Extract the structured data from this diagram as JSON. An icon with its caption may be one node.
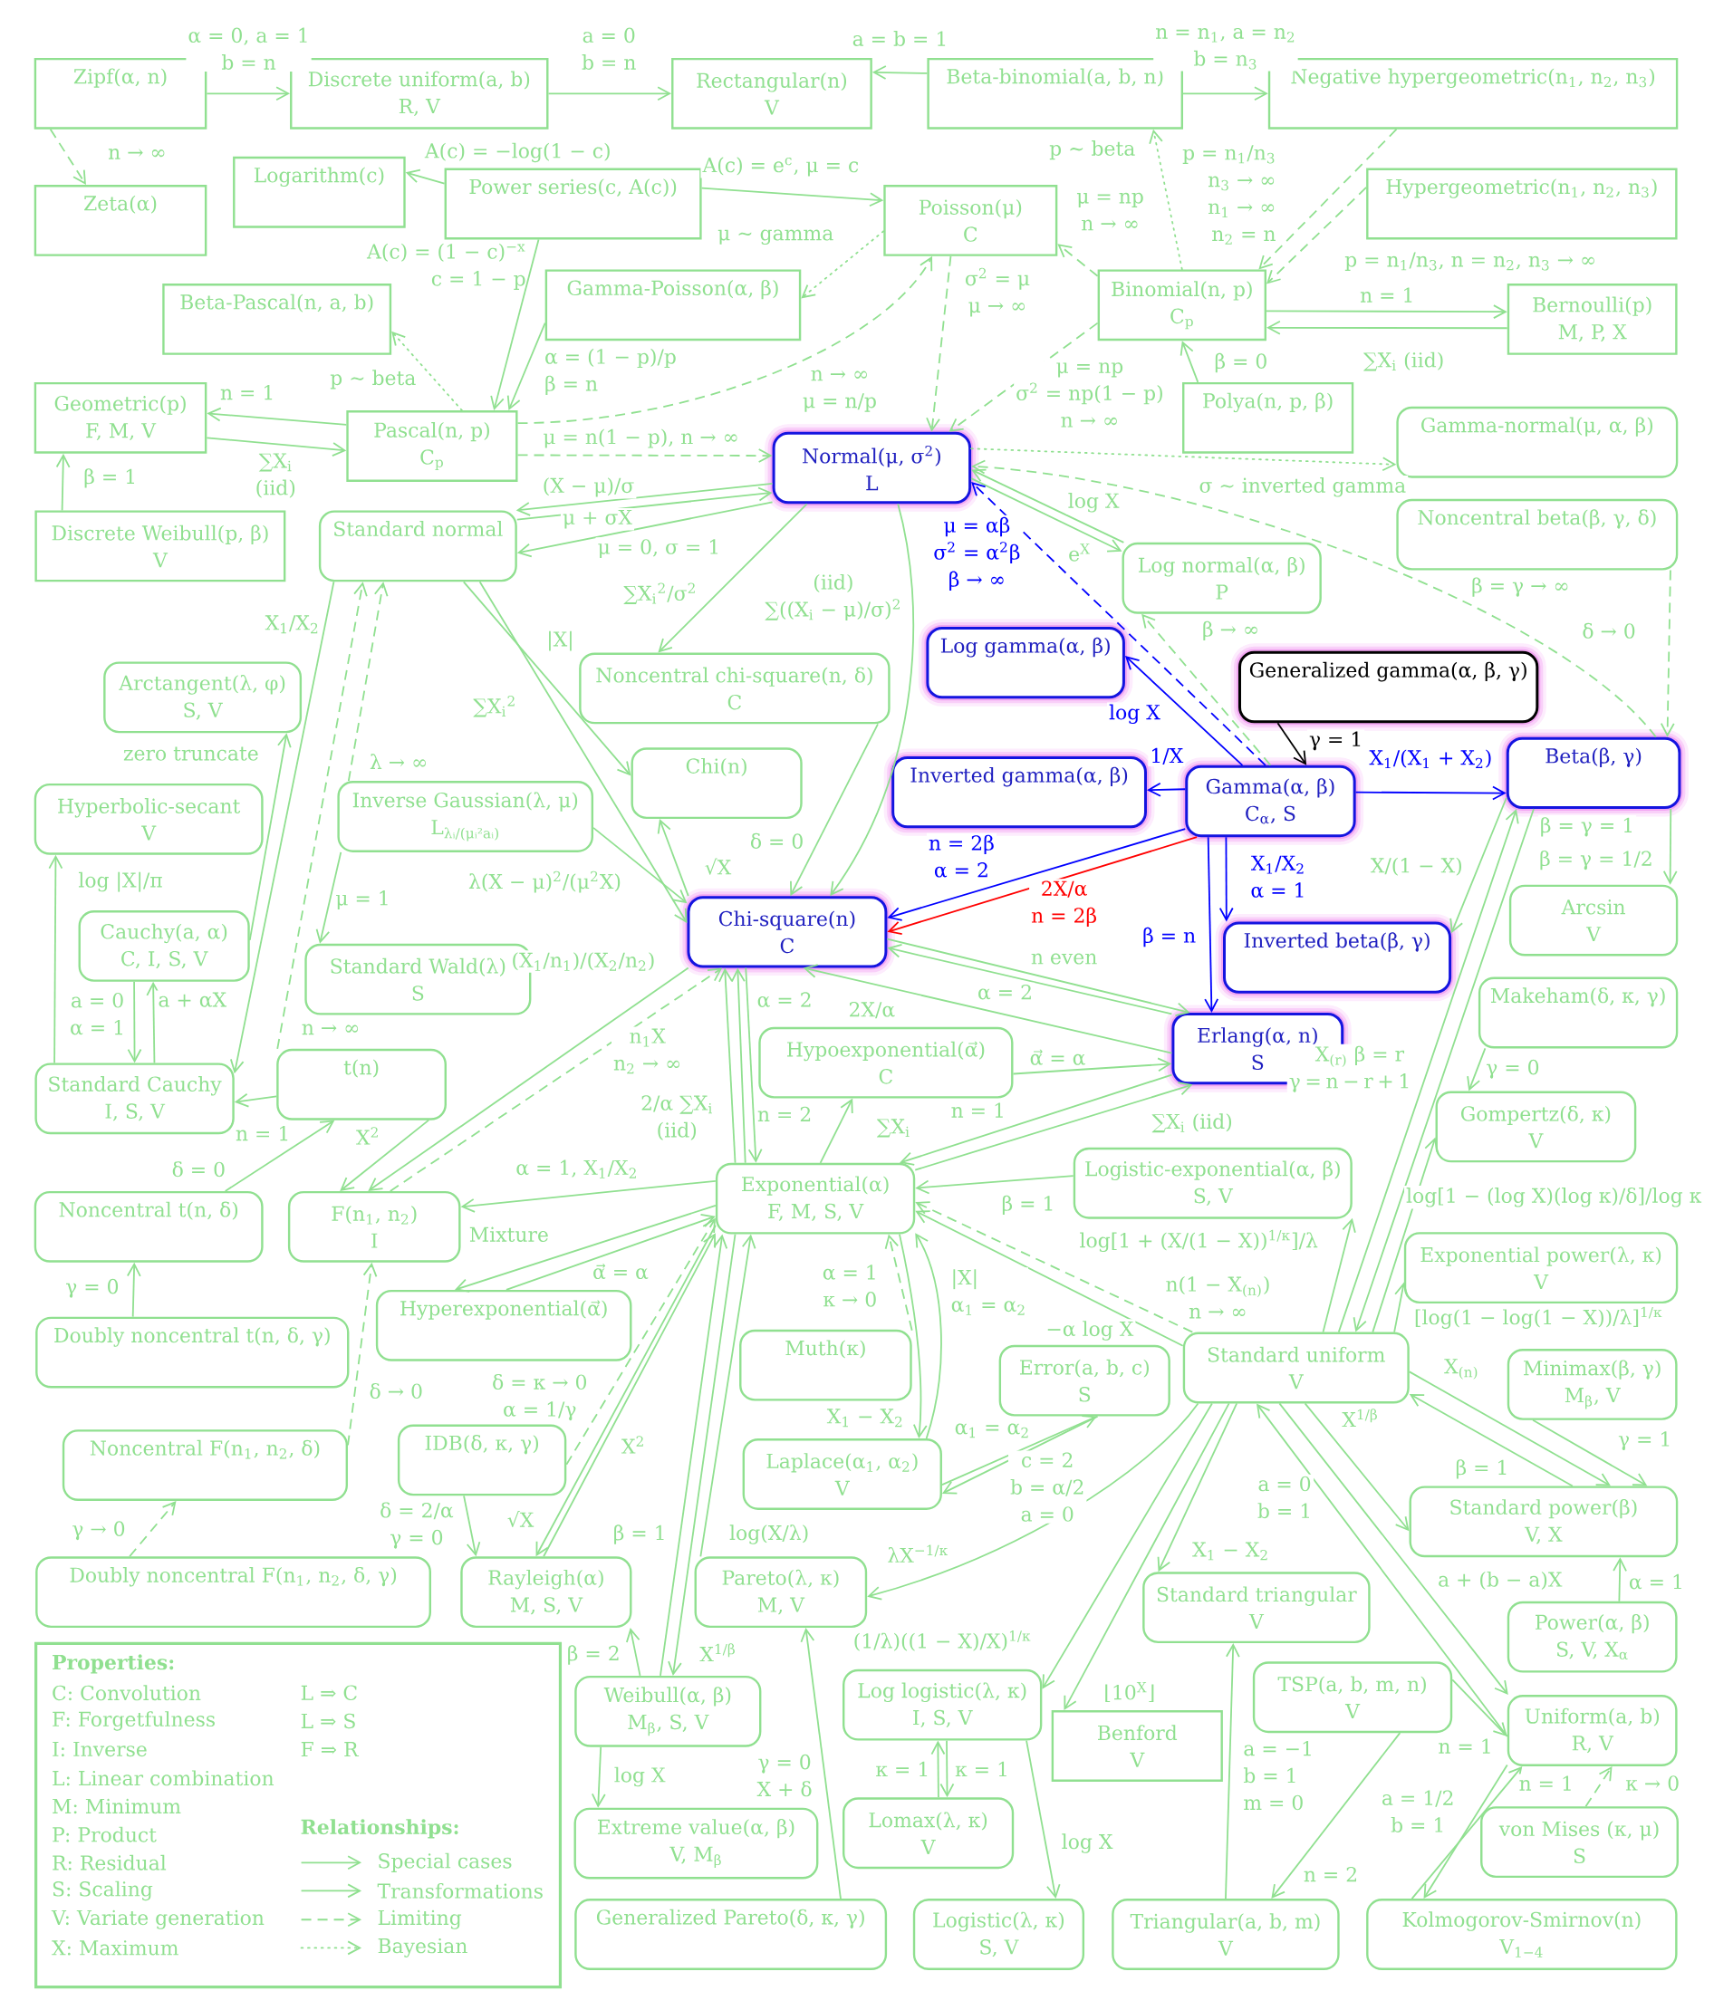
{
  "diagram": {
    "nodes": [
      {
        "text": [
          "Zipf(α, n)"
        ]
      },
      {
        "text": [
          "Discrete uniform(a, b)",
          "R, V"
        ]
      },
      {
        "text": [
          "Rectangular(n)",
          "V"
        ]
      },
      {
        "text": [
          "Beta-binomial(a, b, n)"
        ]
      },
      {
        "text": [
          "Negative hypergeometric(n$_{1}$, n$_{2}$, n$_{3}$)"
        ]
      },
      {
        "text": [
          "Zeta(α)"
        ]
      },
      {
        "text": [
          "Logarithm(c)"
        ]
      },
      {
        "text": [
          "Power series(c, A(c))"
        ]
      },
      {
        "text": [
          "Poisson(μ)",
          "C"
        ]
      },
      {
        "text": [
          "Hypergeometric(n$_{1}$, n$_{2}$, n$_{3}$)"
        ]
      },
      {
        "text": [
          "Beta-Pascal(n, a, b)"
        ]
      },
      {
        "text": [
          "Gamma-Poisson(α, β)"
        ]
      },
      {
        "text": [
          "Binomial(n, p)",
          "C$_{p}$"
        ]
      },
      {
        "text": [
          "Bernoulli(p)",
          "M, P, X"
        ]
      },
      {
        "text": [
          "Geometric(p)",
          "F, M, V"
        ]
      },
      {
        "text": [
          "Pascal(n, p)",
          "C$_{p}$"
        ]
      },
      {
        "text": [
          "Polya(n, p, β)"
        ]
      },
      {
        "text": [
          "Normal(μ, σ$^{2}$)",
          "L"
        ]
      },
      {
        "text": [
          "Gamma-normal(μ, α, β)"
        ]
      },
      {
        "text": [
          "Discrete Weibull(p, β)",
          "V"
        ]
      },
      {
        "text": [
          "Standard normal"
        ]
      },
      {
        "text": [
          "Log normal(α, β)",
          "P"
        ]
      },
      {
        "text": [
          "Noncentral beta(β, γ, δ)"
        ]
      },
      {
        "text": [
          "Noncentral chi-square(n, δ)",
          "C"
        ]
      },
      {
        "text": [
          "Log gamma(α, β)"
        ]
      },
      {
        "text": [
          "Generalized gamma(α, β, γ)"
        ]
      },
      {
        "text": [
          "Arctangent(λ, φ)",
          "S, V"
        ]
      },
      {
        "text": [
          "Chi(n)"
        ]
      },
      {
        "text": [
          "Inverted gamma(α, β)"
        ]
      },
      {
        "text": [
          "Gamma(α, β)",
          "C$_{α}$, S"
        ]
      },
      {
        "text": [
          "Beta(β, γ)"
        ]
      },
      {
        "text": [
          "Hyperbolic-secant",
          "V"
        ]
      },
      {
        "text": [
          "Inverse Gaussian(λ, μ)",
          "L$_{λᵢ/(μᵢ²aᵢ)}$"
        ]
      },
      {
        "text": [
          "Chi-square(n)",
          "C"
        ]
      },
      {
        "text": [
          "Arcsin",
          "V"
        ]
      },
      {
        "text": [
          "Cauchy(a, α)",
          "C, I, S, V"
        ]
      },
      {
        "text": [
          "Standard Wald(λ)",
          "S"
        ]
      },
      {
        "text": [
          "Inverted beta(β, γ)"
        ]
      },
      {
        "text": [
          "Erlang(α, n)",
          "S"
        ]
      },
      {
        "text": [
          "Makeham(δ, κ, γ)"
        ]
      },
      {
        "text": [
          "Standard Cauchy",
          "I, S, V"
        ]
      },
      {
        "text": [
          "t(n)"
        ]
      },
      {
        "text": [
          "Hypoexponential(α⃗)",
          "C"
        ]
      },
      {
        "text": [
          "Gompertz(δ, κ)",
          "V"
        ]
      },
      {
        "text": [
          "Noncentral t(n, δ)"
        ]
      },
      {
        "text": [
          "F(n$_{1}$, n$_{2}$)",
          "I"
        ]
      },
      {
        "text": [
          "Exponential(α)",
          "F, M, S, V"
        ]
      },
      {
        "text": [
          "Logistic-exponential(α, β)",
          "S, V"
        ]
      },
      {
        "text": [
          "Exponential power(λ, κ)",
          "V"
        ]
      },
      {
        "text": [
          "Hyperexponential(α⃗)"
        ]
      },
      {
        "text": [
          "Doubly noncentral t(n, δ, γ)"
        ]
      },
      {
        "text": [
          "Muth(κ)"
        ]
      },
      {
        "text": [
          "Error(a, b, c)",
          "S"
        ]
      },
      {
        "text": [
          "Standard uniform",
          "V"
        ]
      },
      {
        "text": [
          "Minimax(β, γ)",
          "M$_{β}$, V"
        ]
      },
      {
        "text": [
          "Noncentral F(n$_{1}$, n$_{2}$, δ)"
        ]
      },
      {
        "text": [
          "IDB(δ, κ, γ)"
        ]
      },
      {
        "text": [
          "Laplace(α$_{1}$, α$_{2}$)",
          "V"
        ]
      },
      {
        "text": [
          "Standard power(β)",
          "V, X"
        ]
      },
      {
        "text": [
          "Doubly noncentral F(n$_{1}$, n$_{2}$, δ, γ)"
        ]
      },
      {
        "text": [
          "Rayleigh(α)",
          "M, S, V"
        ]
      },
      {
        "text": [
          "Pareto(λ, κ)",
          "M, V"
        ]
      },
      {
        "text": [
          "Standard triangular",
          "V"
        ]
      },
      {
        "text": [
          "Power(α, β)",
          "S, V, X$_{α}$"
        ]
      },
      {
        "text": [
          "Weibull(α, β)",
          "M$_{β}$, S, V"
        ]
      },
      {
        "text": [
          "Log logistic(λ, κ)",
          "I, S, V"
        ]
      },
      {
        "text": [
          "Benford",
          "V"
        ]
      },
      {
        "text": [
          "TSP(a, b, m, n)",
          "V"
        ]
      },
      {
        "text": [
          "Uniform(a, b)",
          "R, V"
        ]
      },
      {
        "text": [
          "Lomax(λ, κ)",
          "V"
        ]
      },
      {
        "text": [
          "Extreme value(α, β)",
          "V, M$_{β}$"
        ]
      },
      {
        "text": [
          "von Mises (κ, μ)",
          "S"
        ]
      },
      {
        "text": [
          "Generalized Pareto(δ, κ, γ)"
        ]
      },
      {
        "text": [
          "Logistic(λ, κ)",
          "S, V"
        ]
      },
      {
        "text": [
          "Triangular(a, b, m)",
          "V"
        ]
      },
      {
        "text": [
          "Kolmogorov-Smirnov(n)",
          "V$_{1−4}$"
        ]
      }
    ],
    "edges": [
      {
        "from": 0,
        "to": 1,
        "arrow": "to",
        "label": "α = 0, a = 1 b = n"
      },
      {
        "from": 0,
        "to": 5,
        "arrow": "to",
        "label": "n → ∞",
        "style": "dashed"
      },
      {
        "from": 1,
        "to": 2,
        "arrow": "to",
        "label": "a = 0 b = n"
      },
      {
        "from": 3,
        "to": 2,
        "arrow": "to",
        "label": "a = b = 1"
      },
      {
        "from": 3,
        "to": 4,
        "arrow": "to",
        "label": "n = n$_{1}$, a = n$_{2}$ b = n$_{3}$"
      },
      {
        "from": 7,
        "to": 6,
        "arrow": "to",
        "label": "A(c) = −log(1 − c)"
      },
      {
        "from": 7,
        "to": 8,
        "arrow": "to",
        "label": "A(c) = e$^{c}$, μ = c"
      },
      {
        "from": 7,
        "to": 15,
        "arrow": "to",
        "label": "A(c) = (1 − c)$^{−x}$ c = 1 − p"
      },
      {
        "from": 11,
        "to": 15,
        "arrow": "to",
        "label": "α = (1 − p)/p β = n"
      },
      {
        "from": 8,
        "to": 11,
        "arrow": "to",
        "label": "μ ∼ gamma",
        "style": "dashed"
      },
      {
        "from": 12,
        "to": 8,
        "arrow": "to",
        "label": "μ = np n → ∞",
        "style": "dashed"
      },
      {
        "from": 12,
        "to": 3,
        "arrow": "to",
        "label": "p ∼ beta",
        "style": "dashed"
      },
      {
        "from": 4,
        "to": 12,
        "arrow": "to",
        "label": "p = n$_{1}$/n$_{3}$ n$_{3}$ → ∞ n$_{1}$ → ∞ n$_{2}$ = n",
        "style": "dashed"
      },
      {
        "from": 9,
        "to": 12,
        "arrow": "to",
        "label": "p = n$_{1}$/n$_{3}$, n = n$_{2}$, n$_{3}$ → ∞",
        "style": "dashed"
      },
      {
        "from": 12,
        "to": 13,
        "arrow": "to",
        "label": "n = 1"
      },
      {
        "from": 13,
        "to": 12,
        "arrow": "to",
        "label": "∑X$_{i}$ (iid)"
      },
      {
        "from": 16,
        "to": 12,
        "arrow": "to",
        "label": "β = 0"
      },
      {
        "from": 15,
        "to": 10,
        "arrow": "to",
        "label": "p ∼ beta",
        "style": "dashed"
      },
      {
        "from": 15,
        "to": 14,
        "arrow": "to",
        "label": "n = 1"
      },
      {
        "from": 14,
        "to": 15,
        "arrow": "to",
        "label": "∑X$_{i}$ (iid)"
      },
      {
        "from": 19,
        "to": 14,
        "arrow": "to",
        "label": "β = 1"
      },
      {
        "from": 15,
        "to": 8,
        "arrow": "to",
        "label": "n → ∞ μ = n/p",
        "style": "dashed"
      },
      {
        "from": 15,
        "to": 17,
        "arrow": "to",
        "label": "μ = n(1 − p), n → ∞",
        "style": "dashed"
      },
      {
        "from": 8,
        "to": 17,
        "arrow": "to",
        "label": "σ$^{2}$ = μ μ → ∞",
        "style": "dashed"
      },
      {
        "from": 12,
        "to": 17,
        "arrow": "to",
        "label": "μ = np σ$^{2}$ = np(1 − p) n → ∞",
        "style": "dashed"
      },
      {
        "from": 17,
        "to": 18,
        "arrow": "to",
        "label": "σ ∼ inverted gamma",
        "style": "dashed"
      },
      {
        "from": 30,
        "to": 17,
        "arrow": "to",
        "label": "β = γ → ∞",
        "style": "dashed"
      },
      {
        "from": 21,
        "to": 17,
        "arrow": "to",
        "label": "log X"
      },
      {
        "from": 17,
        "to": 21,
        "arrow": "to",
        "label": "e$^{X}$"
      },
      {
        "from": 17,
        "to": 20,
        "arrow": "to",
        "label": "(X − μ)/σ"
      },
      {
        "from": 20,
        "to": 17,
        "arrow": "to",
        "label": "μ + σX"
      },
      {
        "from": 17,
        "to": 20,
        "arrow": "to",
        "label": "μ = 0, σ = 1"
      },
      {
        "from": 17,
        "to": 23,
        "arrow": "to",
        "label": "∑X$_{i}$$^{2}$/σ$^{2}$"
      },
      {
        "from": 17,
        "to": 33,
        "arrow": "to",
        "label": "(iid) ∑((X$_{i}$ − μ)/σ)$^{2}$"
      },
      {
        "from": 20,
        "to": 27,
        "arrow": "to",
        "label": "|X|"
      },
      {
        "from": 20,
        "to": 33,
        "arrow": "to",
        "label": "∑X$_{i}$$^{2}$"
      },
      {
        "from": 23,
        "to": 33,
        "arrow": "to",
        "label": "δ = 0"
      },
      {
        "from": 33,
        "to": 27,
        "arrow": "to",
        "label": "√X"
      },
      {
        "from": 32,
        "to": 33,
        "arrow": "to",
        "label": "λ(X − μ)$^{2}$/(μ$^{2}$X)"
      },
      {
        "from": 32,
        "to": 36,
        "arrow": "to",
        "label": "μ = 1"
      },
      {
        "from": 32,
        "to": 20,
        "arrow": "to",
        "label": "λ → ∞",
        "style": "dashed"
      },
      {
        "from": 41,
        "to": 20,
        "arrow": "to",
        "label": "n → ∞",
        "style": "dashed"
      },
      {
        "from": 20,
        "to": 40,
        "arrow": "to",
        "label": "X$_{1}$/X$_{2}$"
      },
      {
        "from": 35,
        "to": 26,
        "arrow": "to",
        "label": "zero truncate"
      },
      {
        "from": 40,
        "to": 31,
        "arrow": "to",
        "label": "log |X|/π"
      },
      {
        "from": 35,
        "to": 40,
        "arrow": "to",
        "label": "a = 0 α = 1"
      },
      {
        "from": 40,
        "to": 35,
        "arrow": "to",
        "label": "a + αX"
      },
      {
        "from": 41,
        "to": 40,
        "arrow": "to",
        "label": "n = 1"
      },
      {
        "from": 44,
        "to": 41,
        "arrow": "to",
        "label": "δ = 0"
      },
      {
        "from": 41,
        "to": 45,
        "arrow": "to",
        "label": "X$^{2}$"
      },
      {
        "from": 50,
        "to": 44,
        "arrow": "to",
        "label": "γ = 0"
      },
      {
        "from": 55,
        "to": 45,
        "arrow": "to",
        "label": "δ → 0",
        "style": "dashed"
      },
      {
        "from": 59,
        "to": 55,
        "arrow": "to",
        "label": "γ → 0",
        "style": "dashed"
      },
      {
        "from": 33,
        "to": 45,
        "arrow": "to",
        "label": "(X$_{1}$/n$_{1}$)/(X$_{2}$/n$_{2}$)"
      },
      {
        "from": 45,
        "to": 33,
        "arrow": "to",
        "label": "n$_{1}$X n$_{2}$ → ∞",
        "style": "dashed"
      },
      {
        "from": 46,
        "to": 45,
        "arrow": "to",
        "label": "α = 1, X$_{1}$/X$_{2}$"
      },
      {
        "from": 46,
        "to": 33,
        "arrow": "to",
        "label": "α = 2"
      },
      {
        "from": 33,
        "to": 46,
        "arrow": "to",
        "label": "n = 2"
      },
      {
        "from": 46,
        "to": 33,
        "arrow": "to",
        "label": "2/α ∑X$_{i}$ (iid)"
      },
      {
        "from": 38,
        "to": 33,
        "arrow": "to",
        "label": "α = 2"
      },
      {
        "from": 33,
        "to": 38,
        "arrow": "to",
        "label": "n even"
      },
      {
        "from": 38,
        "to": 33,
        "arrow": "to",
        "label": "2X/α"
      },
      {
        "from": 46,
        "to": 42,
        "arrow": "to",
        "label": "∑X$_{i}$"
      },
      {
        "from": 42,
        "to": 38,
        "arrow": "to",
        "label": "α⃗ = α"
      },
      {
        "from": 38,
        "to": 46,
        "arrow": "to",
        "label": "n = 1"
      },
      {
        "from": 46,
        "to": 38,
        "arrow": "to",
        "label": "∑X$_{i}$ (iid)"
      },
      {
        "from": 47,
        "to": 46,
        "arrow": "to",
        "label": "β = 1"
      },
      {
        "from": 53,
        "to": 46,
        "arrow": "to",
        "label": "−α log X"
      },
      {
        "from": 53,
        "to": 46,
        "arrow": "to",
        "label": "n(1 − X$_{(n)}$) n → ∞",
        "style": "dashed"
      },
      {
        "from": 46,
        "to": 49,
        "arrow": "to",
        "label": "Mixture"
      },
      {
        "from": 49,
        "to": 46,
        "arrow": "to",
        "label": "α⃗ = α"
      },
      {
        "from": 56,
        "to": 46,
        "arrow": "to",
        "label": "δ = κ → 0 α = 1/γ",
        "style": "dashed"
      },
      {
        "from": 56,
        "to": 60,
        "arrow": "to",
        "label": "δ = 2/α γ = 0"
      },
      {
        "from": 60,
        "to": 46,
        "arrow": "to",
        "label": "X$^{2}$"
      },
      {
        "from": 46,
        "to": 60,
        "arrow": "to",
        "label": "√X"
      },
      {
        "from": 64,
        "to": 46,
        "arrow": "to",
        "label": "β = 1"
      },
      {
        "from": 46,
        "to": 64,
        "arrow": "to",
        "label": "X$^{1/β}$"
      },
      {
        "from": 64,
        "to": 60,
        "arrow": "to",
        "label": "β = 2"
      },
      {
        "from": 61,
        "to": 46,
        "arrow": "to",
        "label": "log(X/λ)"
      },
      {
        "from": 51,
        "to": 46,
        "arrow": "to",
        "label": "α = 1 κ → 0",
        "style": "dashed"
      },
      {
        "from": 57,
        "to": 46,
        "arrow": "to",
        "label": "|X| α$_{1}$ = α$_{2}$"
      },
      {
        "from": 46,
        "to": 57,
        "arrow": "to",
        "label": "X$_{1}$ − X$_{2}$"
      },
      {
        "from": 52,
        "to": 57,
        "arrow": "to",
        "label": "c = 2 b = α/2 a = 0"
      },
      {
        "from": 57,
        "to": 52,
        "arrow": "to",
        "label": "α$_{1}$ = α$_{2}$"
      },
      {
        "from": 53,
        "to": 61,
        "arrow": "to",
        "label": "λX$^{−1/κ}$"
      },
      {
        "from": 53,
        "to": 65,
        "arrow": "to",
        "label": "(1/λ)((1 − X)/X)$^{1/κ}$"
      },
      {
        "from": 53,
        "to": 66,
        "arrow": "to",
        "label": "⌊10$^{X}$⌋"
      },
      {
        "from": 53,
        "to": 62,
        "arrow": "to",
        "label": "X$_{1}$ − X$_{2}$"
      },
      {
        "from": 53,
        "to": 47,
        "arrow": "to",
        "label": "log[1 + (X/(1 − X))$^{1/κ}$]/λ"
      },
      {
        "from": 53,
        "to": 43,
        "arrow": "to",
        "label": "log[1 − (log X)(log κ)/δ]/log κ"
      },
      {
        "from": 53,
        "to": 48,
        "arrow": "to",
        "label": "[log(1 − log(1 − X))/λ]$^{1/κ}$"
      },
      {
        "from": 30,
        "to": 53,
        "arrow": "to",
        "label": "β = γ = 1"
      },
      {
        "from": 53,
        "to": 30,
        "arrow": "to",
        "label": "X$_{(r)}$ β = r γ = n − r + 1"
      },
      {
        "from": 30,
        "to": 37,
        "arrow": "to",
        "label": "X/(1 − X)"
      },
      {
        "from": 30,
        "to": 34,
        "arrow": "to",
        "label": "β = γ = 1/2"
      },
      {
        "from": 22,
        "to": 30,
        "arrow": "to",
        "label": "δ → 0",
        "style": "dashed"
      },
      {
        "from": 39,
        "to": 43,
        "arrow": "to",
        "label": "γ = 0"
      },
      {
        "from": 53,
        "to": 58,
        "arrow": "to",
        "label": "X$_{(n)}$"
      },
      {
        "from": 58,
        "to": 53,
        "arrow": "to",
        "label": "β = 1"
      },
      {
        "from": 53,
        "to": 58,
        "arrow": "to",
        "label": "X$^{1/β}$"
      },
      {
        "from": 54,
        "to": 58,
        "arrow": "to",
        "label": "γ = 1"
      },
      {
        "from": 63,
        "to": 58,
        "arrow": "to",
        "label": "α = 1"
      },
      {
        "from": 53,
        "to": 68,
        "arrow": "to",
        "label": "a + (b − a)X"
      },
      {
        "from": 68,
        "to": 53,
        "arrow": "to",
        "label": "a = 0 b = 1"
      },
      {
        "from": 67,
        "to": 68,
        "arrow": "to",
        "label": "n = 1"
      },
      {
        "from": 67,
        "to": 74,
        "arrow": "to",
        "label": "n = 2"
      },
      {
        "from": 74,
        "to": 62,
        "arrow": "to",
        "label": "a = −1 b = 1 m = 0"
      },
      {
        "from": 71,
        "to": 68,
        "arrow": "to",
        "label": "κ → 0",
        "style": "dashed"
      },
      {
        "from": 75,
        "to": 68,
        "arrow": "to",
        "label": "n = 1"
      },
      {
        "from": 68,
        "to": 75,
        "arrow": "to",
        "label": "a = 1/2 b = 1"
      },
      {
        "from": 72,
        "to": 61,
        "arrow": "to",
        "label": "γ = 0 X + δ"
      },
      {
        "from": 64,
        "to": 70,
        "arrow": "to",
        "label": "log X"
      },
      {
        "from": 69,
        "to": 65,
        "arrow": "to",
        "label": "κ = 1"
      },
      {
        "from": 65,
        "to": 69,
        "arrow": "to",
        "label": "κ = 1"
      },
      {
        "from": 65,
        "to": 73,
        "arrow": "to",
        "label": "log X"
      },
      {
        "from": 29,
        "to": 24,
        "arrow": "to",
        "label": "log X",
        "color": "#0000ff"
      },
      {
        "from": 29,
        "to": 28,
        "arrow": "to",
        "label": "1/X",
        "color": "#0000ff"
      },
      {
        "from": 29,
        "to": 30,
        "arrow": "to",
        "label": "X$_{1}$/(X$_{1}$ + X$_{2}$)",
        "color": "#0000ff"
      },
      {
        "from": 29,
        "to": 33,
        "arrow": "to",
        "label": "n = 2β α = 2",
        "color": "#0000ff"
      },
      {
        "from": 29,
        "to": 33,
        "arrow": "to",
        "label": "2X/α n = 2β",
        "color": "#ff0000"
      },
      {
        "from": 29,
        "to": 37,
        "arrow": "to",
        "label": "X$_{1}$/X$_{2}$ α = 1",
        "color": "#0000ff"
      },
      {
        "from": 29,
        "to": 38,
        "arrow": "to",
        "label": "β = n",
        "color": "#0000ff"
      },
      {
        "from": 25,
        "to": 29,
        "arrow": "to",
        "label": "γ = 1",
        "color": "#000000"
      },
      {
        "from": 29,
        "to": 17,
        "arrow": "to",
        "label": "μ = αβ σ$^{2}$ = α$^{2}$β β → ∞",
        "style": "dashed",
        "color": "#0000ff"
      },
      {
        "from": 29,
        "to": 21,
        "arrow": "to",
        "label": "β → ∞",
        "style": "dashed"
      }
    ],
    "labels": [
      "Properties:",
      "C: Convolution",
      "F: Forgetfulness",
      "I: Inverse",
      "L: Linear combination",
      "M: Minimum",
      "P: Product",
      "R: Residual",
      "S: Scaling",
      "V: Variate generation",
      "X: Maximum",
      "L ⇒ C",
      "L ⇒ S",
      "F ⇒ R",
      "Relationships:"
    ],
    "legend": [
      {
        "text": "Special cases"
      },
      {
        "text": "Transformations"
      },
      {
        "text": "Limiting"
      },
      {
        "text": "Bayesian"
      }
    ]
  }
}
